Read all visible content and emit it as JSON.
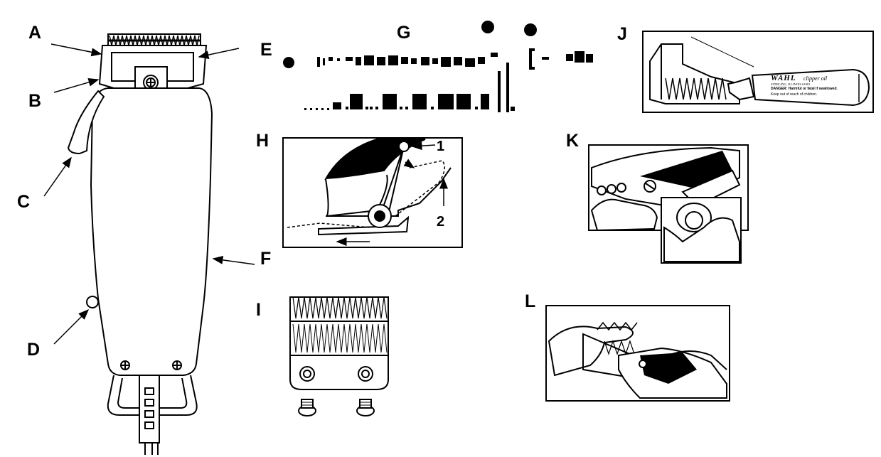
{
  "labels": {
    "a": "A",
    "b": "B",
    "c": "C",
    "d": "D",
    "e": "E",
    "f": "F",
    "g": "G",
    "h": "H",
    "i": "I",
    "j": "J",
    "k": "K",
    "l": "L"
  },
  "callouts_h": {
    "one": "1",
    "two": "2"
  },
  "oil_tube": {
    "brand": "WAHL",
    "product": "clipper oil",
    "maker": "STERLING, ILLINOIS 61081",
    "danger": "DANGER: Harmful or fatal if swallowed.",
    "warning": "Keep out of reach of children."
  },
  "colors": {
    "ink": "#000000",
    "paper": "#ffffff"
  }
}
